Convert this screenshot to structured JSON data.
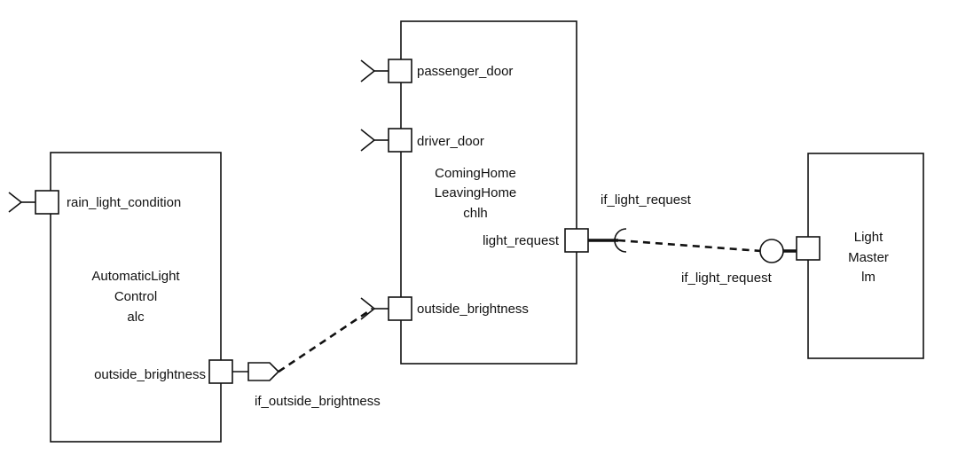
{
  "components": {
    "alc": {
      "name_line1": "AutomaticLight",
      "name_line2": "Control",
      "instance": "alc",
      "ports": {
        "rain_light_condition": "rain_light_condition",
        "outside_brightness": "outside_brightness"
      }
    },
    "chlh": {
      "name_line1": "ComingHome",
      "name_line2": "LeavingHome",
      "instance": "chlh",
      "ports": {
        "passenger_door": "passenger_door",
        "driver_door": "driver_door",
        "light_request": "light_request",
        "outside_brightness": "outside_brightness"
      }
    },
    "lm": {
      "name_line1": "Light",
      "name_line2": "Master",
      "instance": "lm"
    }
  },
  "interfaces": {
    "if_outside_brightness": "if_outside_brightness",
    "if_light_request_required": "if_light_request",
    "if_light_request_provided": "if_light_request"
  }
}
